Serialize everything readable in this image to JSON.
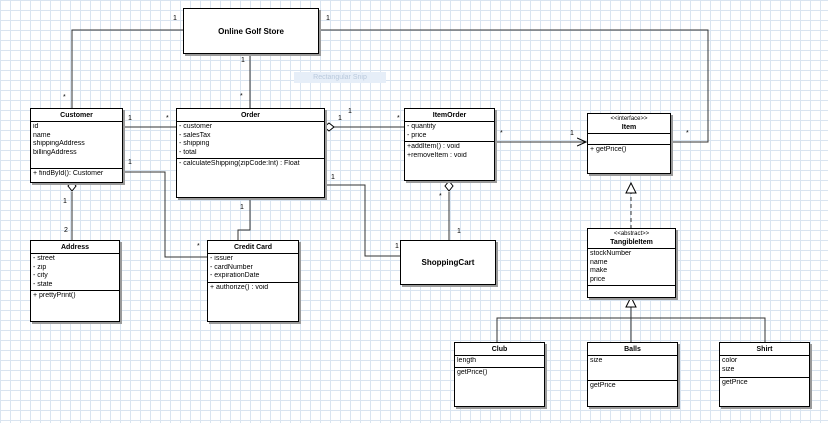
{
  "store": {
    "title": "Online Golf Store"
  },
  "ghost_label": "Rectangular Snip",
  "customer": {
    "title": "Customer",
    "attributes": [
      "id",
      "name",
      "shippingAddress",
      "billingAddress"
    ],
    "methods": [
      "+ findById(): Customer"
    ]
  },
  "order": {
    "title": "Order",
    "attributes": [
      "- customer",
      "- salesTax",
      "- shipping",
      "- total"
    ],
    "methods": [
      "- calculateShipping(zipCode:Int) : Float"
    ]
  },
  "item_order": {
    "title": "ItemOrder",
    "attributes": [
      "- quantity",
      "- price"
    ],
    "methods": [
      "+addItem() : void",
      "+removeItem : void"
    ]
  },
  "item": {
    "stereotype": "<<interface>>",
    "title": "Item",
    "methods": [
      "+ getPrice()"
    ]
  },
  "address": {
    "title": "Address",
    "attributes": [
      "- street",
      "- zip",
      "- city",
      "- state"
    ],
    "methods": [
      "+ prettyPrint()"
    ]
  },
  "credit_card": {
    "title": "Credit Card",
    "attributes": [
      "- issuer",
      "- cardNumber",
      "- expirationDate"
    ],
    "methods": [
      "+ authorize() : void"
    ]
  },
  "shopping_cart": {
    "title": "ShoppingCart"
  },
  "tangible_item": {
    "stereotype": "<<abstract>>",
    "title": "TangibleItem",
    "attributes": [
      "stockNumber",
      "name",
      "make",
      "price"
    ]
  },
  "club": {
    "title": "Club",
    "attributes": [
      "length"
    ],
    "methods": [
      "getPrice()"
    ]
  },
  "balls": {
    "title": "Balls",
    "attributes": [
      "size"
    ],
    "methods": [
      "getPrice"
    ]
  },
  "shirt": {
    "title": "Shirt",
    "attributes": [
      "color",
      "size"
    ],
    "methods": [
      "getPrice"
    ]
  },
  "multiplicities": [
    "1",
    "1",
    "*",
    "1",
    "*",
    "1",
    "*",
    "1",
    "*",
    "1",
    "1",
    "2",
    "1",
    "*",
    "1",
    "1",
    "1",
    "*",
    "1",
    "*",
    "1",
    "*"
  ]
}
